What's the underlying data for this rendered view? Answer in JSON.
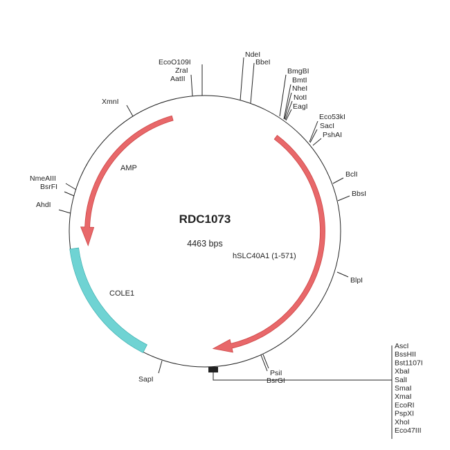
{
  "plasmid": {
    "name": "RDC1073",
    "size_label": "4463 bps"
  },
  "features": [
    {
      "name": "AMP",
      "color": "#e8686a",
      "direction": "ccw"
    },
    {
      "name": "hSLC40A1 (1-571)",
      "color": "#e8686a",
      "direction": "cw"
    },
    {
      "name": "COLE1",
      "color": "#6fd3d3"
    }
  ],
  "sites": {
    "ecoo109i": "EcoO109I",
    "zrai": "ZraI",
    "aatii": "AatII",
    "ndei": "NdeI",
    "bbei": "BbeI",
    "bmgbi": "BmgBI",
    "bmti": "BmtI",
    "nhei": "NheI",
    "noti": "NotI",
    "eagi": "EagI",
    "eco53ki": "Eco53kI",
    "saci": "SacI",
    "pshai": "PshAI",
    "bcli": "BclI",
    "bbsi": "BbsI",
    "blpi": "BlpI",
    "psii": "PsiI",
    "bsrgi": "BsrGI",
    "sapi": "SapI",
    "ahdi": "AhdI",
    "bsrfi": "BsrFI",
    "nmeaiii": "NmeAIII",
    "xmni": "XmnI"
  },
  "mcs": [
    "AscI",
    "BssHII",
    "Bst1107I",
    "XbaI",
    "SalI",
    "SmaI",
    "XmaI",
    "EcoRI",
    "PspXI",
    "XhoI",
    "Eco47III"
  ]
}
